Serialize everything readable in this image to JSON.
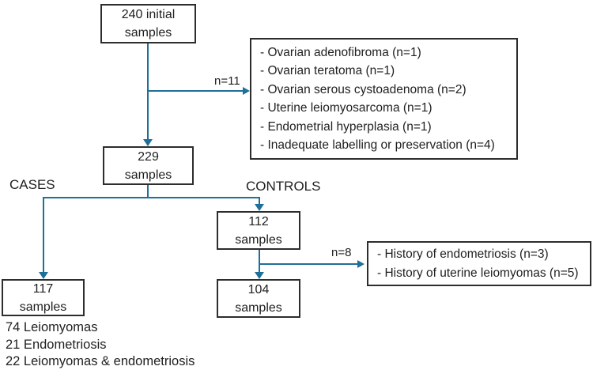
{
  "nodes": {
    "initial": {
      "line1": "240 initial",
      "line2": "samples"
    },
    "filtered": {
      "line1": "229",
      "line2": "samples"
    },
    "controls_initial": {
      "line1": "112",
      "line2": "samples"
    },
    "controls_final": {
      "line1": "104",
      "line2": "samples"
    },
    "cases_final": {
      "line1": "117",
      "line2": "samples"
    }
  },
  "labels": {
    "cases": "CASES",
    "controls": "CONTROLS"
  },
  "edge_labels": {
    "excluded_initial": "n=11",
    "excluded_controls": "n=8"
  },
  "exclusion": {
    "items": [
      "- Ovarian adenofibroma (n=1)",
      "- Ovarian teratoma (n=1)",
      "- Ovarian serous cystoadenoma (n=2)",
      "- Uterine leiomyosarcoma (n=1)",
      "- Endometrial hyperplasia (n=1)",
      "- Inadequate labelling or preservation (n=4)"
    ]
  },
  "history": {
    "items": [
      "- History of endometriosis (n=3)",
      "- History of uterine leiomyomas (n=5)"
    ]
  },
  "breakdown": {
    "items": [
      "74 Leiomyomas",
      "21 Endometriosis",
      "22 Leiomyomas & endometriosis"
    ]
  },
  "colors": {
    "arrow": "#1e6f99",
    "box_border": "#2d2d2d",
    "text": "#1f1f1f",
    "background": "#ffffff"
  }
}
